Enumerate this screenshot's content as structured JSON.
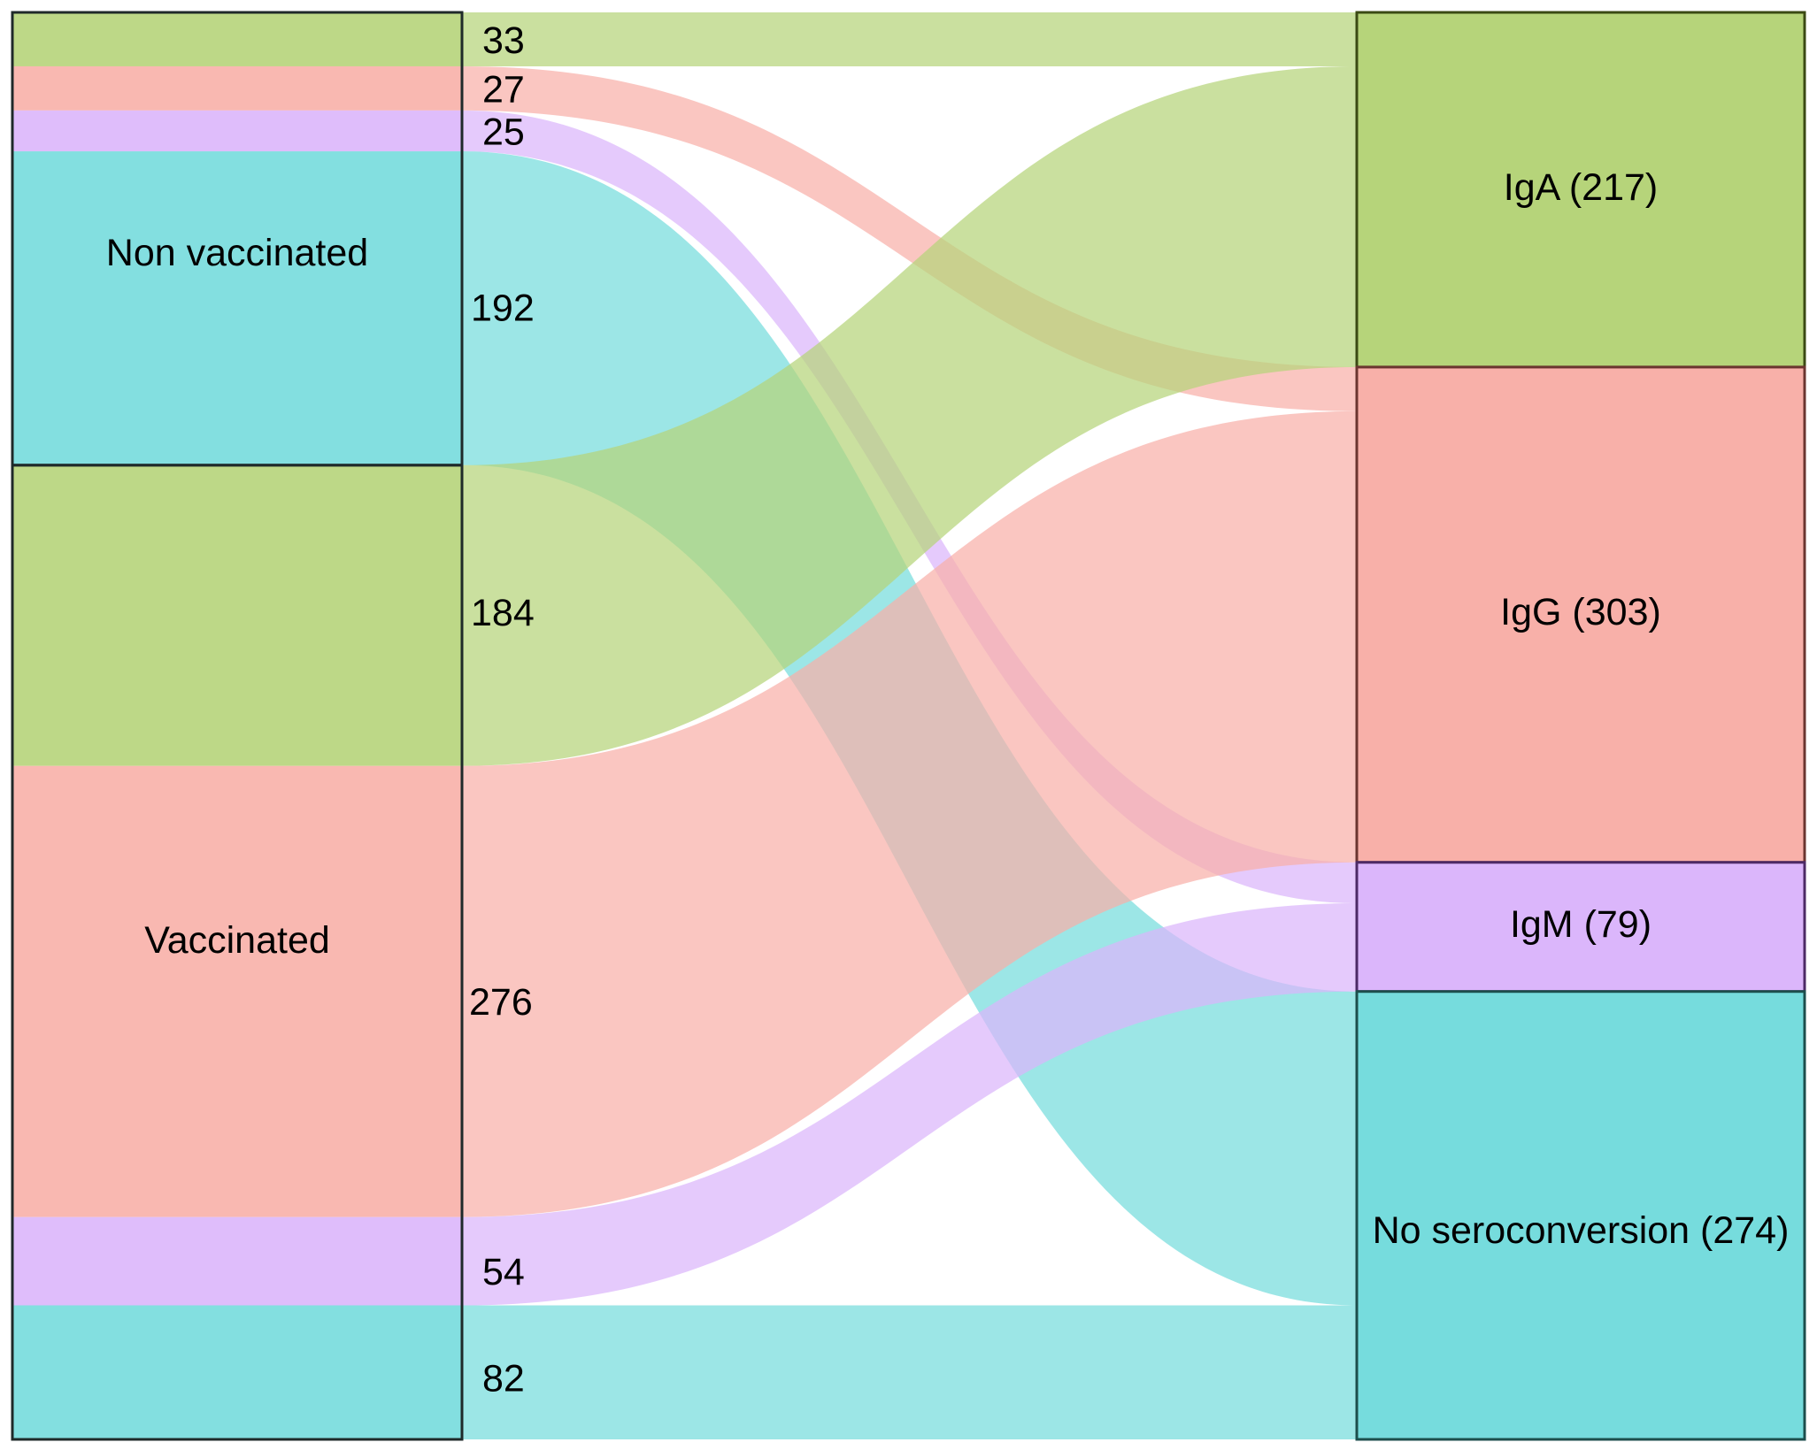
{
  "chart_data": {
    "type": "sankey",
    "title": "",
    "sources": [
      {
        "id": "nonvax",
        "label": "Non vaccinated"
      },
      {
        "id": "vax",
        "label": "Vaccinated"
      }
    ],
    "targets": [
      {
        "id": "iga",
        "label": "IgA (217)",
        "total": 217
      },
      {
        "id": "igg",
        "label": "IgG (303)",
        "total": 303
      },
      {
        "id": "igm",
        "label": "IgM (79)",
        "total": 79
      },
      {
        "id": "none",
        "label": "No seroconversion (274)",
        "total": 274
      }
    ],
    "flows": [
      {
        "source": "nonvax",
        "target": "iga",
        "value": 33,
        "label": "33"
      },
      {
        "source": "nonvax",
        "target": "igg",
        "value": 27,
        "label": "27"
      },
      {
        "source": "nonvax",
        "target": "igm",
        "value": 25,
        "label": "25"
      },
      {
        "source": "nonvax",
        "target": "none",
        "value": 192,
        "label": "192"
      },
      {
        "source": "vax",
        "target": "iga",
        "value": 184,
        "label": "184"
      },
      {
        "source": "vax",
        "target": "igg",
        "value": 276,
        "label": "276"
      },
      {
        "source": "vax",
        "target": "igm",
        "value": 54,
        "label": "54"
      },
      {
        "source": "vax",
        "target": "none",
        "value": 82,
        "label": "82"
      }
    ],
    "colors": {
      "iga": "#b6d47a",
      "igg": "#f8b0a9",
      "igm": "#dbb6fb",
      "none": "#76dcdd"
    },
    "node_border_colors": {
      "iga": "#3b4a14",
      "igg": "#6b3530",
      "igm": "#4d2a66",
      "none": "#1c4e4c",
      "source": "#1f2a2a"
    },
    "legend": "none",
    "grid": false
  }
}
